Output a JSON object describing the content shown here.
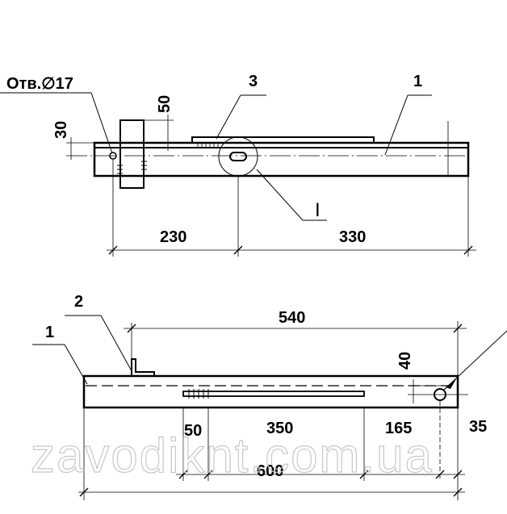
{
  "top_view": {
    "hole_label": "Отв.∅17",
    "callout_3": "3",
    "callout_1": "1",
    "detail_callout": "I",
    "dim_50": "50",
    "dim_30": "30",
    "dim_230": "230",
    "dim_330": "330"
  },
  "bottom_view": {
    "callout_2": "2",
    "callout_1": "1",
    "dim_540": "540",
    "dim_40": "40",
    "dim_50": "50",
    "dim_350": "350",
    "dim_165": "165",
    "dim_35": "35",
    "dim_600": "600"
  },
  "watermark": "zavodiknt.com.ua"
}
